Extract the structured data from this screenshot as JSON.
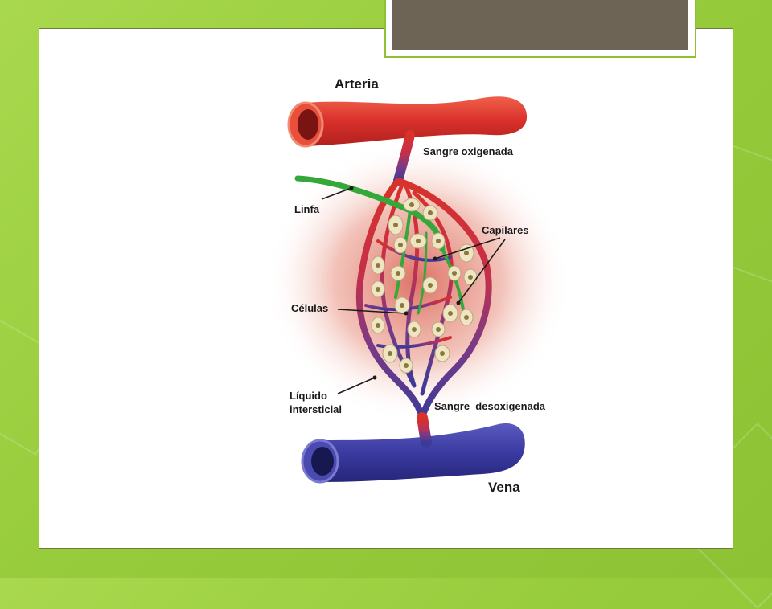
{
  "slide": {
    "title": ""
  },
  "diagram": {
    "labels": {
      "arteria": "Arteria",
      "sangre_oxigenada": "Sangre oxigenada",
      "linfa": "Linfa",
      "capilares": "Capilares",
      "celulas": "Células",
      "liquido_1": "Líquido",
      "liquido_2": "intersticial",
      "sangre_desoxigenada": "Sangre  desoxigenada",
      "vena": "Vena"
    },
    "colors": {
      "artery": "#d93a2b",
      "vein": "#3a3a9a",
      "lymph": "#3aa63a",
      "glow": "#e0786a",
      "cell": "#efe4c4",
      "nucleus": "#8a7a3a"
    }
  }
}
